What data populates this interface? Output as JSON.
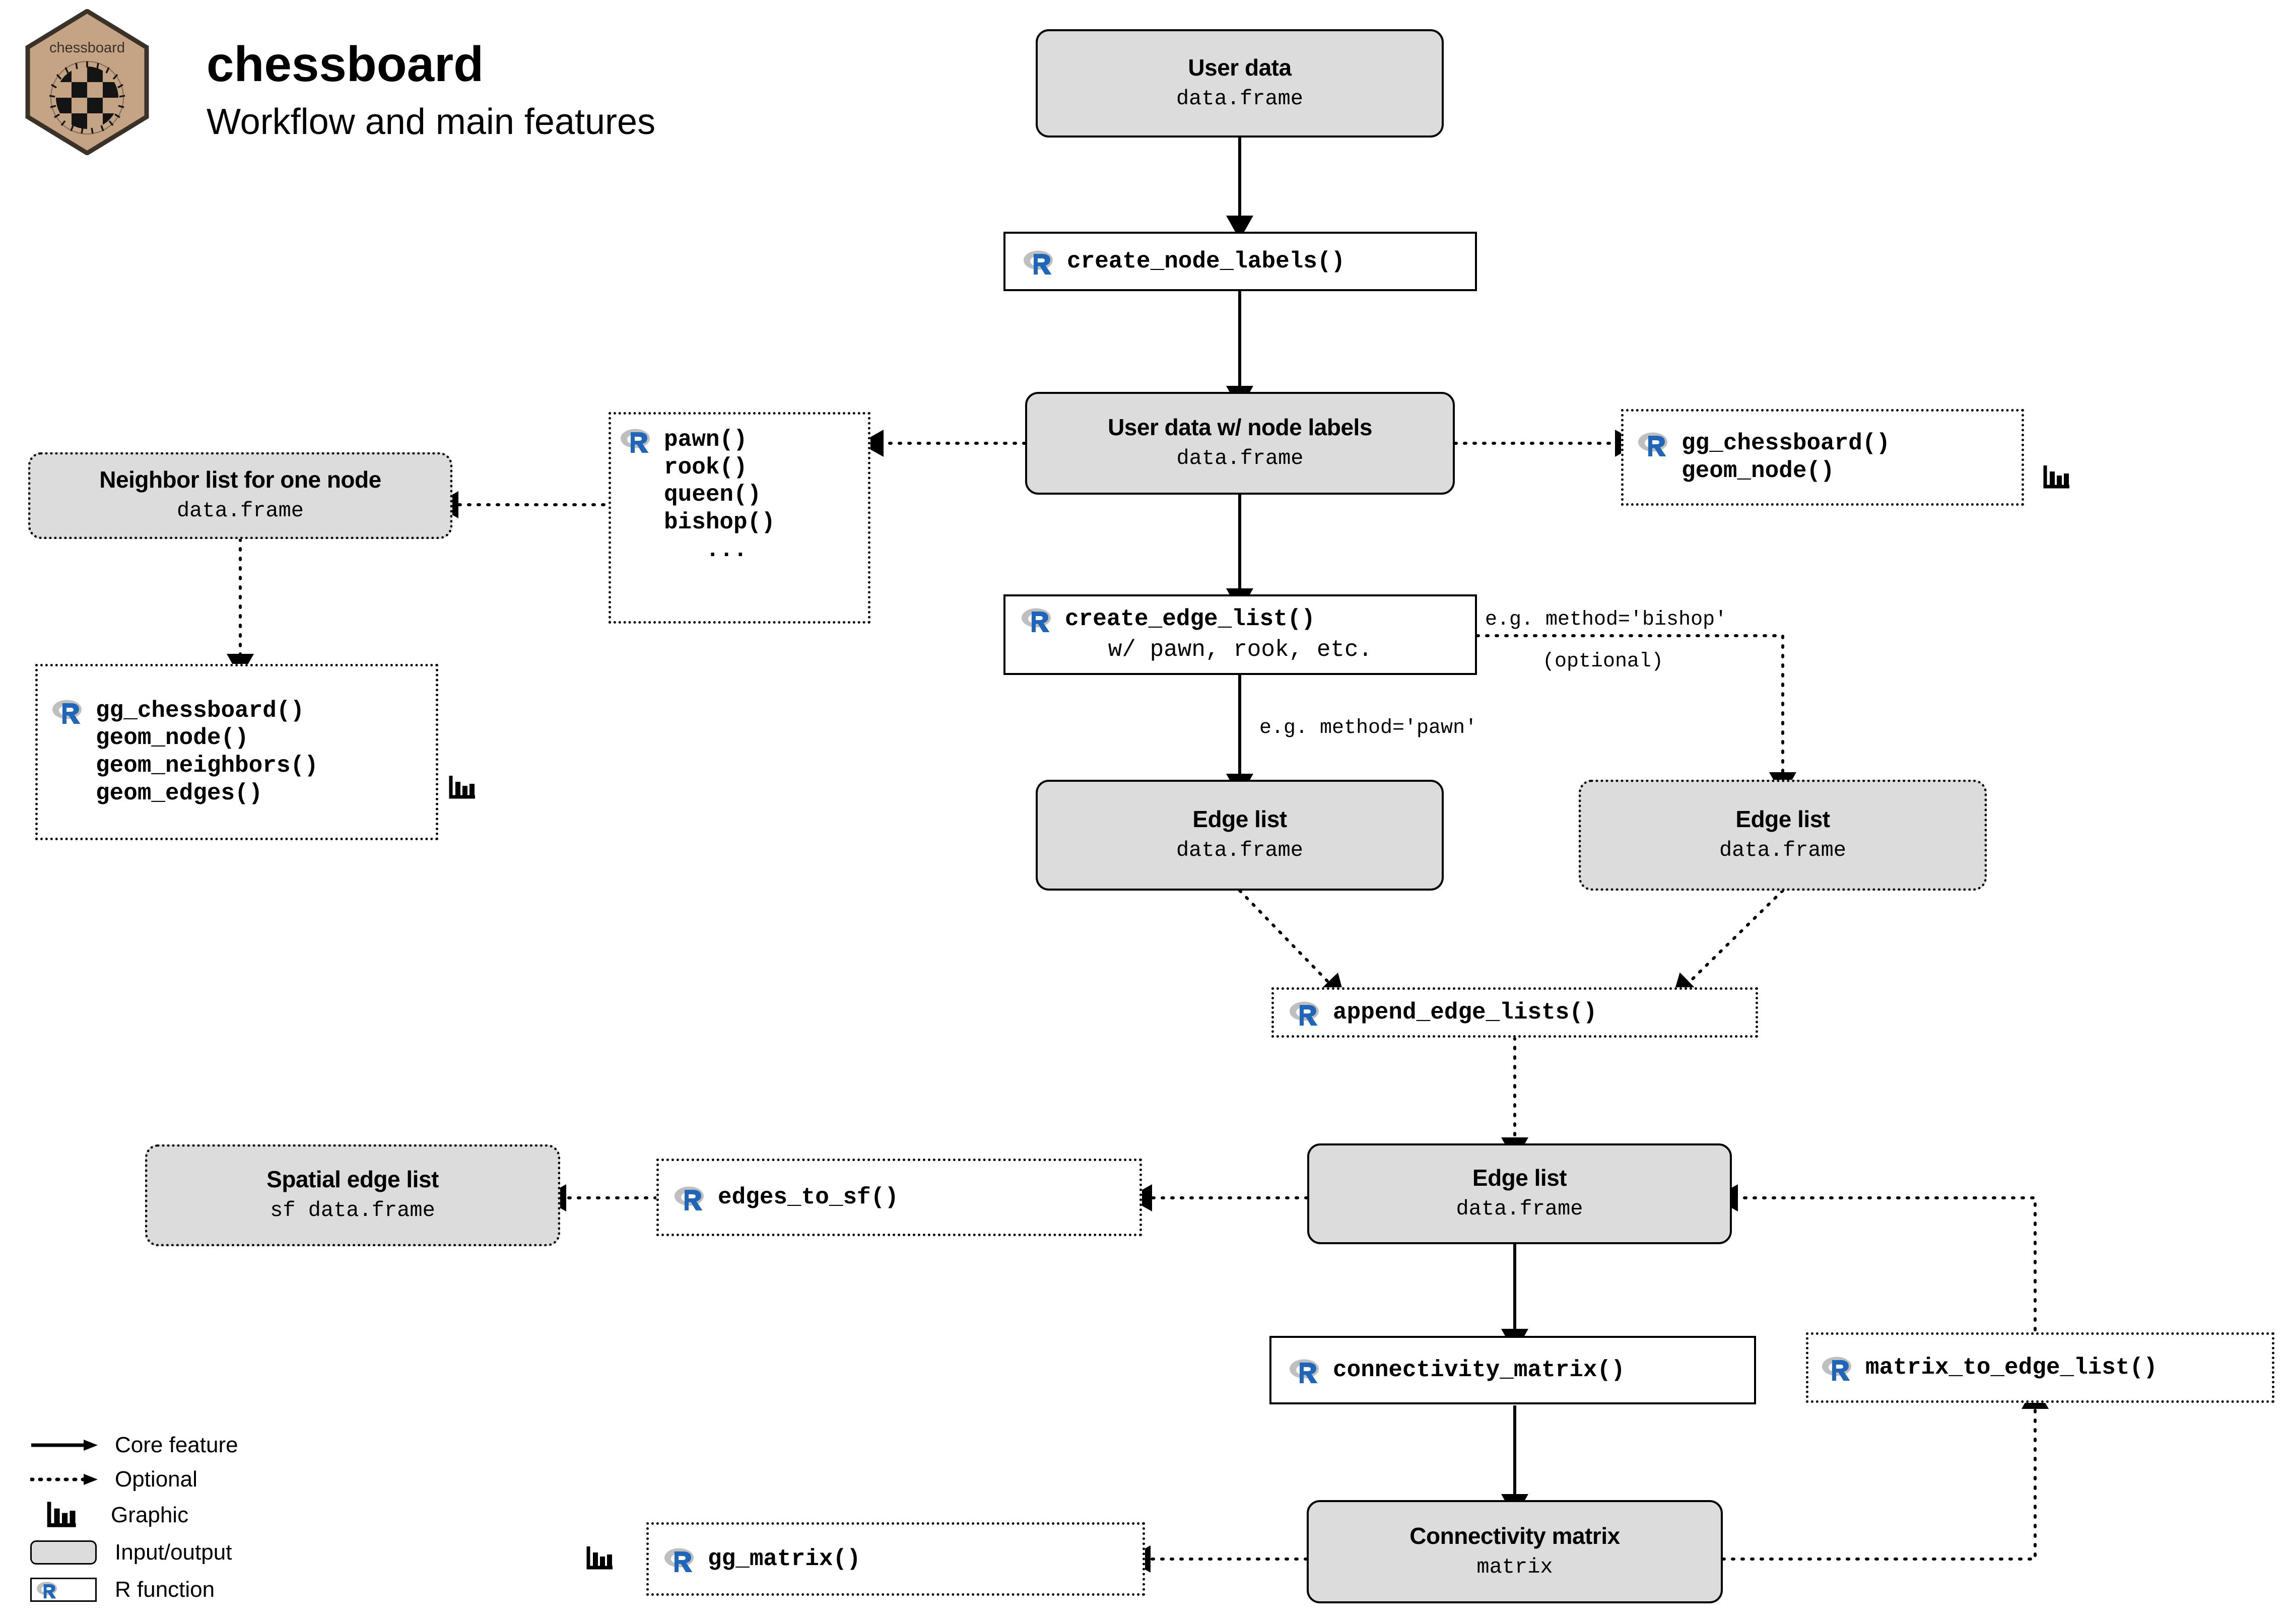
{
  "header": {
    "logo_caption": "chessboard",
    "brand_name": "chessboard",
    "tagline": "Workflow and main features"
  },
  "colors": {
    "io_fill": "#dcdcdc",
    "border": "#000000",
    "r_blue": "#2066B8",
    "r_grey": "#BFBFBF",
    "hex_fill": "#C4A484",
    "hex_border": "#3A3129"
  },
  "nodes": {
    "user_data": {
      "title": "User data",
      "sub": "data.frame"
    },
    "create_node_labels": {
      "fn": "create_node_labels()"
    },
    "user_data_labels": {
      "title": "User data w/ node labels",
      "sub": "data.frame"
    },
    "moves": {
      "fn": "pawn()\nrook()\nqueen()\nbishop()\n   ..."
    },
    "gg_node_right": {
      "fn": "gg_chessboard()\ngeom_node()"
    },
    "neighbor_list": {
      "title": "Neighbor list for one node",
      "sub": "data.frame"
    },
    "gg_neighbors": {
      "fn": "gg_chessboard()\ngeom_node()\ngeom_neighbors()\ngeom_edges()"
    },
    "create_edge_list": {
      "fn": "create_edge_list()",
      "note": "w/ pawn, rook, etc."
    },
    "edge_list_left": {
      "title": "Edge list",
      "sub": "data.frame"
    },
    "edge_list_right": {
      "title": "Edge list",
      "sub": "data.frame"
    },
    "append_edge_lists": {
      "fn": "append_edge_lists()"
    },
    "edge_list_main": {
      "title": "Edge list",
      "sub": "data.frame"
    },
    "edges_to_sf": {
      "fn": "edges_to_sf()"
    },
    "spatial_edge_list": {
      "title": "Spatial edge list",
      "sub": "sf data.frame"
    },
    "connectivity_matrix_fn": {
      "fn": "connectivity_matrix()"
    },
    "matrix_to_edge_list": {
      "fn": "matrix_to_edge_list()"
    },
    "connectivity_matrix": {
      "title": "Connectivity matrix",
      "sub": "matrix"
    },
    "gg_matrix": {
      "fn": "gg_matrix()"
    }
  },
  "edge_labels": {
    "method_bishop": "e.g. method='bishop'",
    "optional": "(optional)",
    "method_pawn": "e.g. method='pawn'"
  },
  "legend": {
    "items": [
      {
        "symbol": "solid-arrow-icon",
        "label": "Core feature"
      },
      {
        "symbol": "dotted-arrow-icon",
        "label": "Optional"
      },
      {
        "symbol": "bar-chart-icon",
        "label": "Graphic"
      },
      {
        "symbol": "rounded-box-icon",
        "label": "Input/output"
      },
      {
        "symbol": "r-logo-icon",
        "label": "R function"
      }
    ]
  }
}
